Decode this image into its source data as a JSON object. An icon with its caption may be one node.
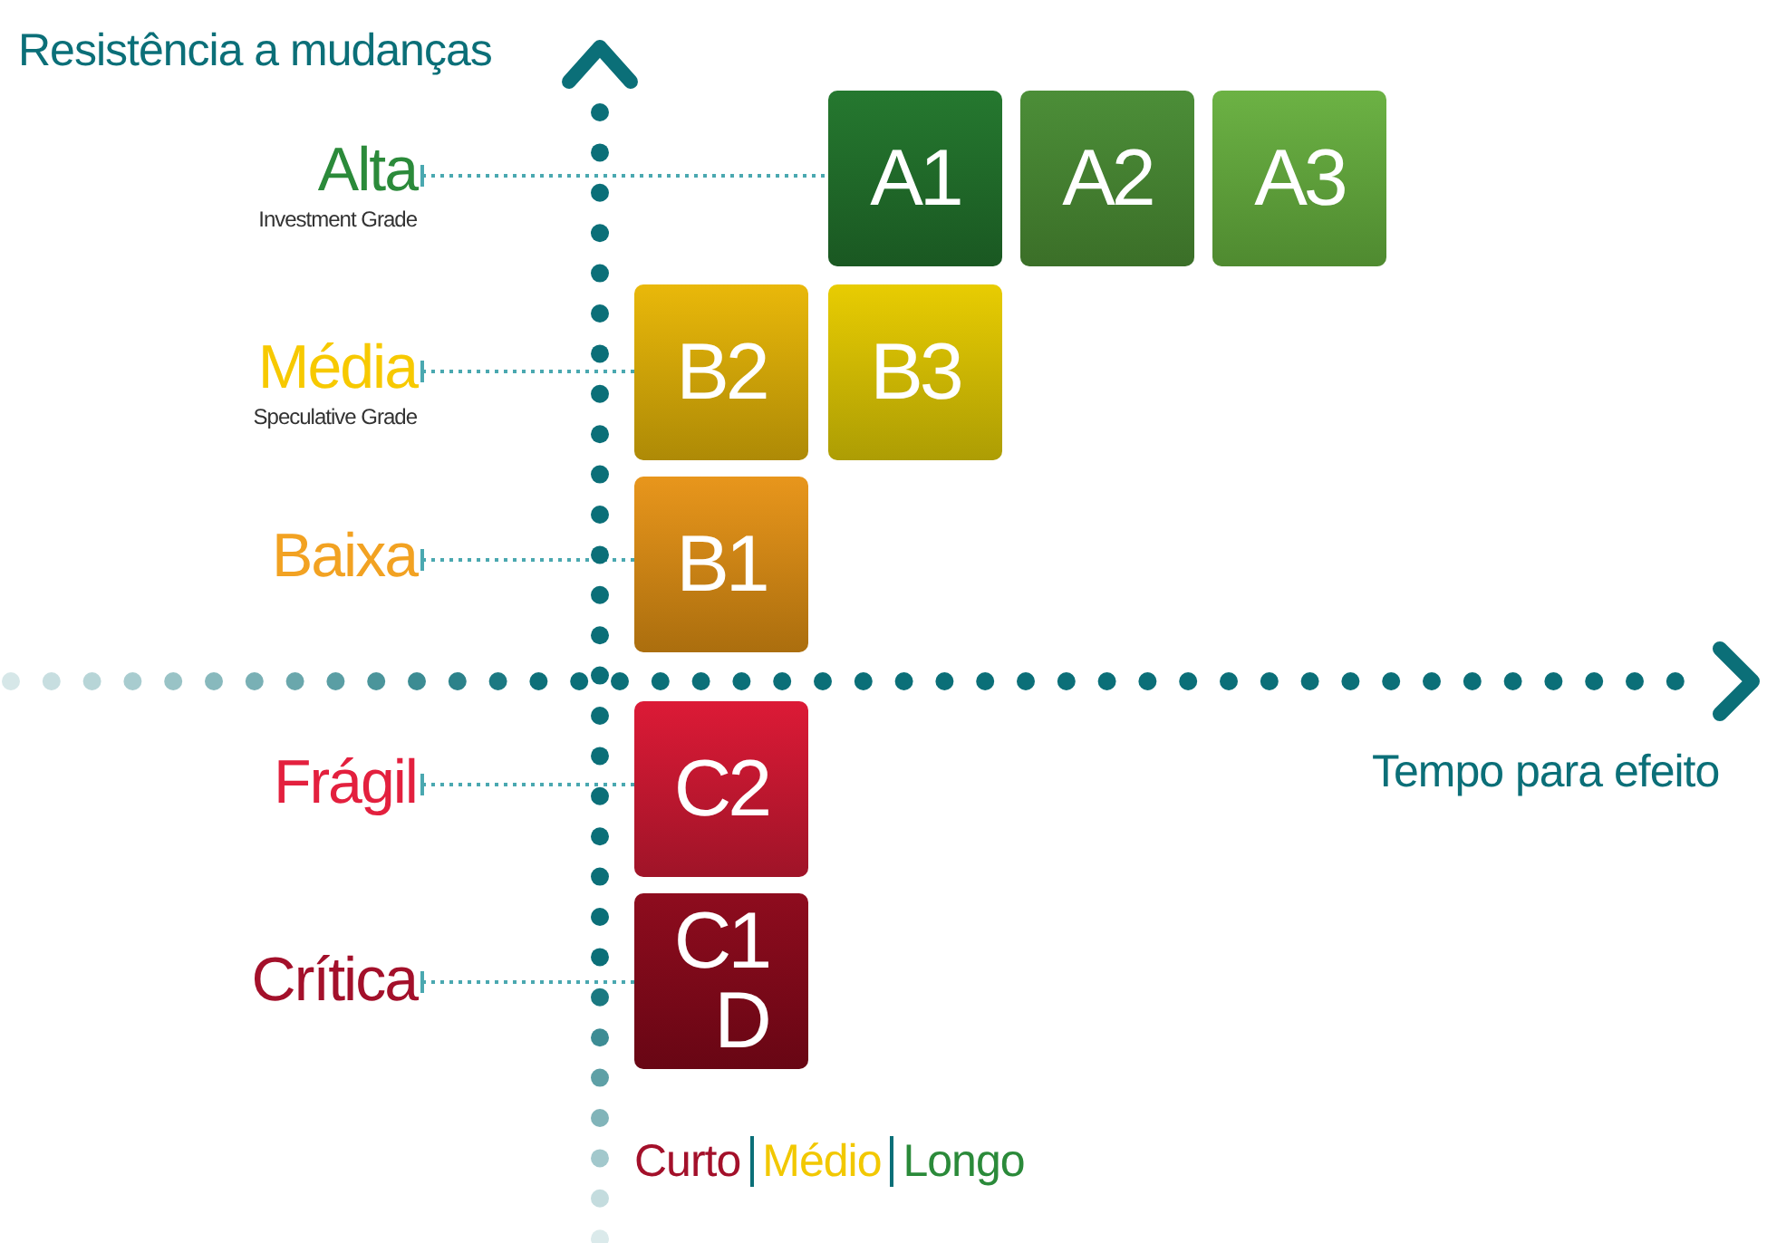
{
  "diagram": {
    "nodes": [
      {
        "text": [
          "Alta",
          "Investment Grade"
        ]
      },
      {
        "text": [
          "A1"
        ]
      },
      {
        "text": [
          "A2"
        ]
      },
      {
        "text": [
          "A3"
        ]
      },
      {
        "text": [
          "Média",
          "Speculative Grade"
        ]
      },
      {
        "text": [
          "B2"
        ]
      },
      {
        "text": [
          "B3"
        ]
      },
      {
        "text": [
          "Baixa"
        ]
      },
      {
        "text": [
          "B1"
        ]
      },
      {
        "text": [
          "Frágil"
        ]
      },
      {
        "text": [
          "C2"
        ]
      },
      {
        "text": [
          "Crítica"
        ]
      },
      {
        "text": [
          "C1",
          "D"
        ]
      }
    ],
    "edges": [
      {
        "from": 0,
        "to": 1,
        "arrow": "other",
        "style": "dashed"
      },
      {
        "from": 4,
        "to": 5,
        "arrow": "other",
        "style": "dashed"
      },
      {
        "from": 7,
        "to": 8,
        "arrow": "other",
        "style": "dashed"
      },
      {
        "from": 9,
        "to": 10,
        "arrow": "other",
        "style": "dashed"
      },
      {
        "from": 11,
        "to": 12,
        "arrow": "other",
        "style": "dashed"
      }
    ],
    "labels": [
      "Resistência a mudanças",
      "Tempo para efeito",
      "Curto",
      "Médio",
      "Longo"
    ]
  }
}
